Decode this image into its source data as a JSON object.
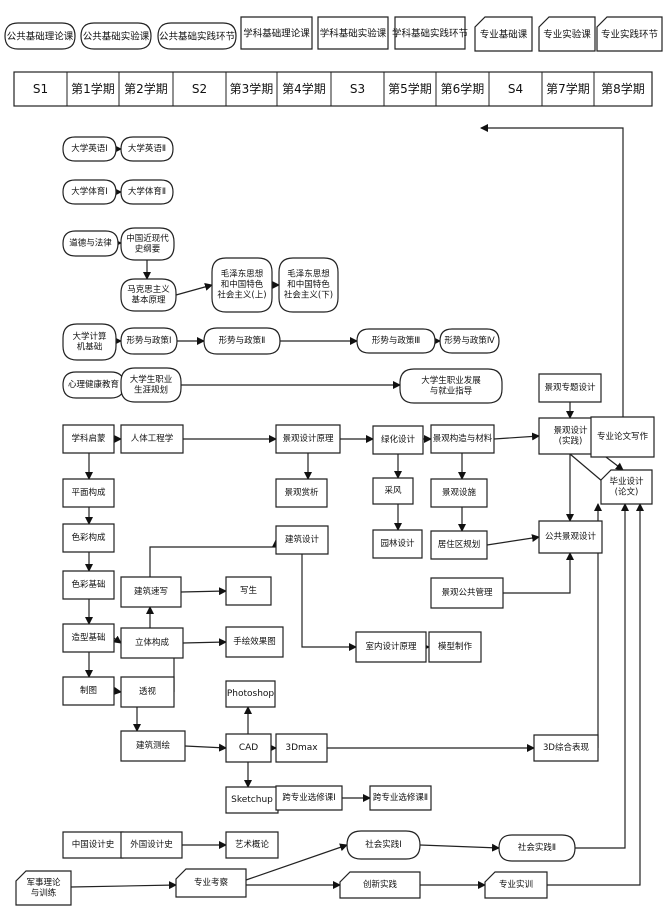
{
  "legend": [
    {
      "label": "公共基础理论课",
      "shape": "ellipse"
    },
    {
      "label": "公共基础实验课",
      "shape": "ellipse"
    },
    {
      "label": "公共基础实践环节",
      "shape": "ellipse"
    },
    {
      "label": "学科基础理论课",
      "shape": "rect"
    },
    {
      "label": "学科基础实验课",
      "shape": "rect"
    },
    {
      "label": "学科基础实践环节",
      "shape": "rect"
    },
    {
      "label": "专业基础课",
      "shape": "pent"
    },
    {
      "label": "专业实验课",
      "shape": "pent"
    },
    {
      "label": "专业实践环节",
      "shape": "pent"
    }
  ],
  "semesters": [
    "S1",
    "第1学期",
    "第2学期",
    "S2",
    "第3学期",
    "第4学期",
    "S3",
    "第5学期",
    "第6学期",
    "S4",
    "第7学期",
    "第8学期"
  ],
  "nodes": {
    "en1": {
      "lines": [
        "大学英语Ⅰ"
      ],
      "shape": "ellipse"
    },
    "en2": {
      "lines": [
        "大学英语Ⅱ"
      ],
      "shape": "ellipse"
    },
    "pe1": {
      "lines": [
        "大学体育Ⅰ"
      ],
      "shape": "ellipse"
    },
    "pe2": {
      "lines": [
        "大学体育Ⅱ"
      ],
      "shape": "ellipse"
    },
    "moral": {
      "lines": [
        "道德与法律"
      ],
      "shape": "ellipse"
    },
    "hist": {
      "lines": [
        "中国近现代",
        "史纲要"
      ],
      "shape": "ellipse"
    },
    "marx": {
      "lines": [
        "马克思主义",
        "基本原理"
      ],
      "shape": "ellipse"
    },
    "mao1": {
      "lines": [
        "毛泽东思想",
        "和中国特色",
        "社会主义(上)"
      ],
      "shape": "ellipse"
    },
    "mao2": {
      "lines": [
        "毛泽东思想",
        "和中国特色",
        "社会主义(下)"
      ],
      "shape": "ellipse"
    },
    "comp": {
      "lines": [
        "大学计算",
        "机基础"
      ],
      "shape": "ellipse"
    },
    "pol1": {
      "lines": [
        "形势与政策Ⅰ"
      ],
      "shape": "ellipse"
    },
    "pol2": {
      "lines": [
        "形势与政策Ⅱ"
      ],
      "shape": "ellipse"
    },
    "pol3": {
      "lines": [
        "形势与政策Ⅲ"
      ],
      "shape": "ellipse"
    },
    "pol4": {
      "lines": [
        "形势与政策Ⅳ"
      ],
      "shape": "ellipse"
    },
    "psy": {
      "lines": [
        "心理健康教育"
      ],
      "shape": "ellipse"
    },
    "career": {
      "lines": [
        "大学生职业",
        "生涯规划"
      ],
      "shape": "ellipse"
    },
    "employ": {
      "lines": [
        "大学生职业发展",
        "与就业指导"
      ],
      "shape": "ellipse"
    },
    "intro": {
      "lines": [
        "学科启蒙"
      ],
      "shape": "rect"
    },
    "ergo": {
      "lines": [
        "人体工程学"
      ],
      "shape": "rect"
    },
    "plane": {
      "lines": [
        "平面构成"
      ],
      "shape": "rect"
    },
    "color": {
      "lines": [
        "色彩构成"
      ],
      "shape": "rect"
    },
    "colorbase": {
      "lines": [
        "色彩基础"
      ],
      "shape": "rect"
    },
    "model": {
      "lines": [
        "造型基础"
      ],
      "shape": "rect"
    },
    "draw": {
      "lines": [
        "制图"
      ],
      "shape": "rect"
    },
    "archsk": {
      "lines": [
        "建筑速写"
      ],
      "shape": "rect"
    },
    "solid": {
      "lines": [
        "立体构成"
      ],
      "shape": "rect"
    },
    "persp": {
      "lines": [
        "透视"
      ],
      "shape": "rect"
    },
    "survey": {
      "lines": [
        "建筑测绘"
      ],
      "shape": "rect"
    },
    "sketch": {
      "lines": [
        "写生"
      ],
      "shape": "rect"
    },
    "hand": {
      "lines": [
        "手绘效果图"
      ],
      "shape": "rect"
    },
    "ps": {
      "lines": [
        "Photoshop"
      ],
      "shape": "rect"
    },
    "cad": {
      "lines": [
        "CAD"
      ],
      "shape": "rect"
    },
    "max": {
      "lines": [
        "3Dmax"
      ],
      "shape": "rect"
    },
    "su": {
      "lines": [
        "Sketchup"
      ],
      "shape": "rect"
    },
    "cross1": {
      "lines": [
        "跨专业选修课Ⅰ"
      ],
      "shape": "rect"
    },
    "cross2": {
      "lines": [
        "跨专业选修课Ⅱ"
      ],
      "shape": "rect"
    },
    "lprin": {
      "lines": [
        "景观设计原理"
      ],
      "shape": "rect"
    },
    "lanaly": {
      "lines": [
        "景观赏析"
      ],
      "shape": "rect"
    },
    "archd": {
      "lines": [
        "建筑设计"
      ],
      "shape": "rect"
    },
    "interior": {
      "lines": [
        "室内设计原理"
      ],
      "shape": "rect"
    },
    "modelmk": {
      "lines": [
        "模型制作"
      ],
      "shape": "rect"
    },
    "green": {
      "lines": [
        "绿化设计"
      ],
      "shape": "rect"
    },
    "fengshui": {
      "lines": [
        "采风"
      ],
      "shape": "rect"
    },
    "garden": {
      "lines": [
        "园林设计"
      ],
      "shape": "rect"
    },
    "lconst": {
      "lines": [
        "景观构造与材料"
      ],
      "shape": "rect"
    },
    "lfac": {
      "lines": [
        "景观设施"
      ],
      "shape": "rect"
    },
    "resid": {
      "lines": [
        "居住区规划"
      ],
      "shape": "rect"
    },
    "pubmgmt": {
      "lines": [
        "景观公共管理"
      ],
      "shape": "rect"
    },
    "topic": {
      "lines": [
        "景观专题设计"
      ],
      "shape": "rect"
    },
    "ldesign": {
      "lines": [
        "景观设计",
        "(实践)"
      ],
      "shape": "rect"
    },
    "publand": {
      "lines": [
        "公共景观设计"
      ],
      "shape": "rect"
    },
    "thesisw": {
      "lines": [
        "专业论文写作"
      ],
      "shape": "rect"
    },
    "grad": {
      "lines": [
        "毕业设计",
        "(论文)"
      ],
      "shape": "pent"
    },
    "chdes": {
      "lines": [
        "中国设计史"
      ],
      "shape": "rect"
    },
    "fordes": {
      "lines": [
        "外国设计史"
      ],
      "shape": "rect"
    },
    "art": {
      "lines": [
        "艺术概论"
      ],
      "shape": "rect"
    },
    "mil": {
      "lines": [
        "军事理论",
        "与训练"
      ],
      "shape": "pent"
    },
    "visit": {
      "lines": [
        "专业考察"
      ],
      "shape": "pent"
    },
    "soc1": {
      "lines": [
        "社会实践Ⅰ"
      ],
      "shape": "ellipse"
    },
    "soc2": {
      "lines": [
        "社会实践Ⅱ"
      ],
      "shape": "ellipse"
    },
    "innov": {
      "lines": [
        "创新实践"
      ],
      "shape": "pent"
    },
    "prac": {
      "lines": [
        "专业实训"
      ],
      "shape": "pent"
    },
    "comp3d": {
      "lines": [
        "3D综合表现"
      ],
      "shape": "rect"
    }
  }
}
